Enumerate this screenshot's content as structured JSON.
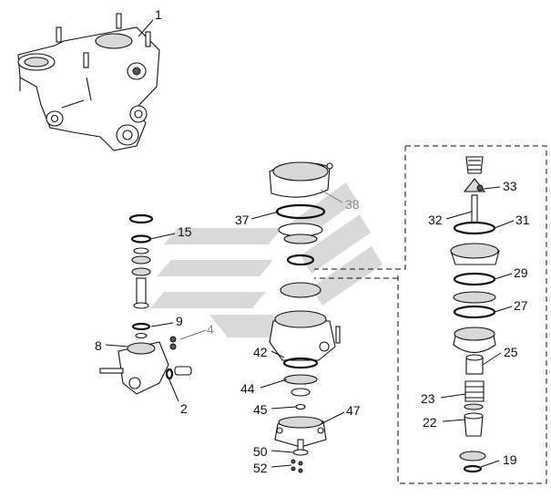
{
  "callouts": [
    {
      "id": "c1",
      "label": "1"
    },
    {
      "id": "c2",
      "label": "2"
    },
    {
      "id": "c4",
      "label": "4"
    },
    {
      "id": "c8",
      "label": "8"
    },
    {
      "id": "c9",
      "label": "9"
    },
    {
      "id": "c15",
      "label": "15"
    },
    {
      "id": "c19",
      "label": "19"
    },
    {
      "id": "c22",
      "label": "22"
    },
    {
      "id": "c23",
      "label": "23"
    },
    {
      "id": "c25",
      "label": "25"
    },
    {
      "id": "c27",
      "label": "27"
    },
    {
      "id": "c29",
      "label": "29"
    },
    {
      "id": "c31",
      "label": "31"
    },
    {
      "id": "c32",
      "label": "32"
    },
    {
      "id": "c33",
      "label": "33"
    },
    {
      "id": "c37",
      "label": "37"
    },
    {
      "id": "c38",
      "label": "38"
    },
    {
      "id": "c42",
      "label": "42"
    },
    {
      "id": "c44",
      "label": "44"
    },
    {
      "id": "c45",
      "label": "45"
    },
    {
      "id": "c47",
      "label": "47"
    },
    {
      "id": "c50",
      "label": "50"
    },
    {
      "id": "c52",
      "label": "52"
    }
  ],
  "colors": {
    "line": "#111111",
    "watermark": "#d9d9d9",
    "muted_label": "#888888"
  }
}
